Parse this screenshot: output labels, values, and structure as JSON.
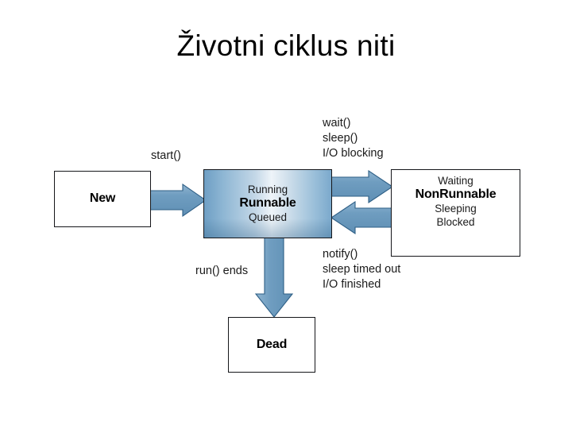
{
  "slide": {
    "title": "Životni ciklus niti",
    "background_color": "#ffffff"
  },
  "theme": {
    "arrow_fill": "#6f9dc0",
    "arrow_stroke": "#2e5f86",
    "box_border": "#15161a",
    "box_fill": "#ffffff",
    "text_color": "#000000",
    "runnable_gradient_from": "#6f9fc4",
    "runnable_gradient_mid": "#eef4f9",
    "runnable_gradient_to": "#7ba9cc"
  },
  "diagram": {
    "type": "state-diagram",
    "nodes": [
      {
        "id": "new",
        "main_label": "New",
        "sub_labels_top": [],
        "sub_labels_bottom": []
      },
      {
        "id": "runnable",
        "main_label": "Runnable",
        "sub_labels_top": [
          "Running"
        ],
        "sub_labels_bottom": [
          "Queued"
        ]
      },
      {
        "id": "nonrunnable",
        "main_label": "NonRunnable",
        "sub_labels_top": [
          "Waiting"
        ],
        "sub_labels_bottom": [
          "Sleeping",
          "Blocked"
        ]
      },
      {
        "id": "dead",
        "main_label": "Dead",
        "sub_labels_top": [],
        "sub_labels_bottom": []
      }
    ],
    "edges": [
      {
        "id": "new-to-runnable",
        "from": "new",
        "to": "runnable",
        "direction": "right",
        "label_lines": [
          "start()"
        ]
      },
      {
        "id": "runnable-to-nonrunnable",
        "from": "runnable",
        "to": "nonrunnable",
        "direction": "right",
        "label_lines": [
          "wait()",
          "sleep()",
          "I/O blocking"
        ]
      },
      {
        "id": "nonrunnable-to-runnable",
        "from": "nonrunnable",
        "to": "runnable",
        "direction": "left",
        "label_lines": [
          "notify()",
          "sleep timed out",
          "I/O finished"
        ]
      },
      {
        "id": "runnable-to-dead",
        "from": "runnable",
        "to": "dead",
        "direction": "down",
        "label_lines": [
          "run() ends"
        ]
      }
    ]
  }
}
